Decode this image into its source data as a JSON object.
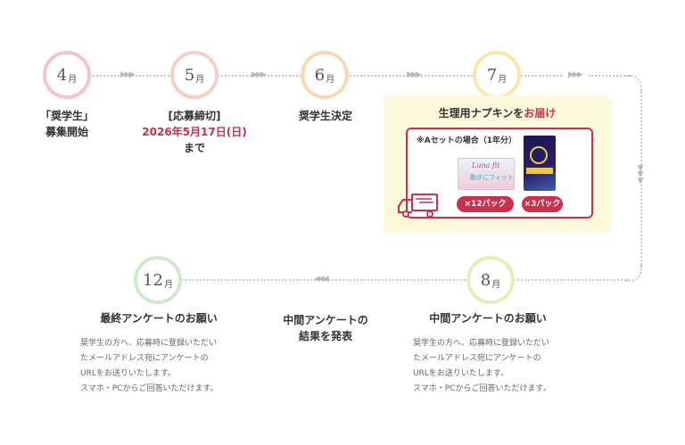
{
  "colors": {
    "accent_red": "#c8324d",
    "highlight_bg": "#fdf9dc"
  },
  "steps": [
    {
      "month": "4",
      "unit": "月",
      "title_lines": [
        "「奨学生」",
        "募集開始"
      ]
    },
    {
      "month": "5",
      "unit": "月",
      "title_lines": [
        "[応募締切]"
      ],
      "highlight": "2026年5月17日(日)",
      "after": "まで"
    },
    {
      "month": "6",
      "unit": "月",
      "title_lines": [
        "奨学生決定"
      ]
    },
    {
      "month": "7",
      "unit": "月",
      "title_prefix": "生理用ナプキンを",
      "title_highlight": "お届け",
      "set_label": "※Aセットの場合（1年分）",
      "product1_logo": "Luna fit",
      "product1_sub": "動きにフィット",
      "pill1": "×12パック",
      "pill2": "×3パック"
    },
    {
      "month": "8",
      "unit": "月",
      "title_lines": [
        "中間アンケートのお願い"
      ],
      "desc_lines": [
        "奨学生の方へ、応募時に登録いただい",
        "たメールアドレス宛にアンケートの",
        "URLをお送りいたします。",
        "スマホ・PCからご回答いただけます。"
      ]
    },
    {
      "title_lines": [
        "中間アンケートの",
        "結果を発表"
      ]
    },
    {
      "month": "12",
      "unit": "月",
      "title_lines": [
        "最終アンケートのお願い"
      ],
      "desc_lines": [
        "奨学生の方へ、応募時に登録いただい",
        "たメールアドレス宛にアンケートの",
        "URLをお送りいたします。",
        "スマホ・PCからご回答いただけます。"
      ]
    }
  ],
  "icons": [
    "chevrons-right-icon",
    "chevrons-left-icon",
    "chevrons-down-icon",
    "delivery-truck-icon"
  ]
}
